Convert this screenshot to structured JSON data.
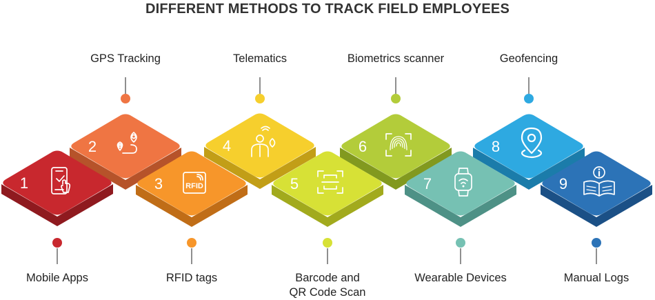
{
  "title": "DIFFERENT METHODS TO TRACK FIELD EMPLOYEES",
  "methods": [
    {
      "number": "1",
      "label": "Mobile Apps",
      "color": "#c8282e",
      "side_color": "#8f1a1f",
      "icon": "phone-touch-icon"
    },
    {
      "number": "2",
      "label": "GPS Tracking",
      "color": "#ef7543",
      "side_color": "#b6532a",
      "icon": "route-pin-icon"
    },
    {
      "number": "3",
      "label": "RFID tags",
      "color": "#f7962a",
      "side_color": "#c06d17",
      "icon": "rfid-tag-icon"
    },
    {
      "number": "4",
      "label": "Telematics",
      "color": "#f6cf2d",
      "side_color": "#c29e17",
      "icon": "driver-signal-icon"
    },
    {
      "number": "5",
      "label": "Barcode and QR Code Scan",
      "label_lines": [
        "Barcode and",
        "QR Code Scan"
      ],
      "color": "#d7e136",
      "side_color": "#a2aa1d",
      "icon": "qr-scan-icon"
    },
    {
      "number": "6",
      "label": "Biometrics scanner",
      "color": "#b3cc3a",
      "side_color": "#82991f",
      "icon": "fingerprint-icon"
    },
    {
      "number": "7",
      "label": "Wearable Devices",
      "color": "#76c1b3",
      "side_color": "#4e9186",
      "icon": "smartwatch-icon"
    },
    {
      "number": "8",
      "label": "Geofencing",
      "color": "#2ea9e1",
      "side_color": "#1b7caa",
      "icon": "location-pin-icon"
    },
    {
      "number": "9",
      "label": "Manual Logs",
      "color": "#2c73b7",
      "side_color": "#1b5086",
      "icon": "manual-book-icon"
    }
  ]
}
